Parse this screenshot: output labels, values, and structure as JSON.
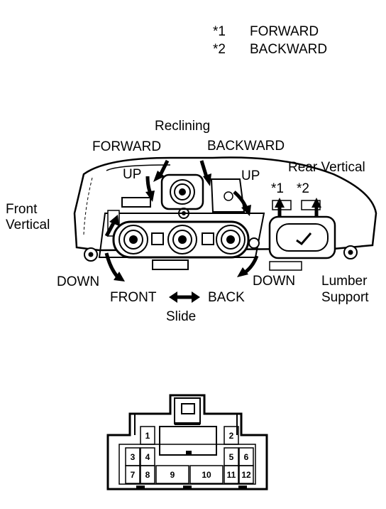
{
  "legend": {
    "items": [
      {
        "key": "*1",
        "value": "FORWARD"
      },
      {
        "key": "*2",
        "value": "BACKWARD"
      }
    ]
  },
  "switch_diagram": {
    "reclining": "Reclining",
    "reclining_forward": "FORWARD",
    "reclining_backward": "BACKWARD",
    "front_up": "UP",
    "rear_up": "UP",
    "rear_vertical": "Rear Vertical",
    "star1": "*1",
    "star2": "*2",
    "front_vertical_line1": "Front",
    "front_vertical_line2": "Vertical",
    "front_down": "DOWN",
    "rear_down": "DOWN",
    "slide_front": "FRONT",
    "slide_back": "BACK",
    "slide": "Slide",
    "lumber_line1": "Lumber",
    "lumber_line2": "Support"
  },
  "connector": {
    "pins": [
      "1",
      "2",
      "3",
      "4",
      "5",
      "6",
      "7",
      "8",
      "9",
      "10",
      "11",
      "12"
    ]
  }
}
